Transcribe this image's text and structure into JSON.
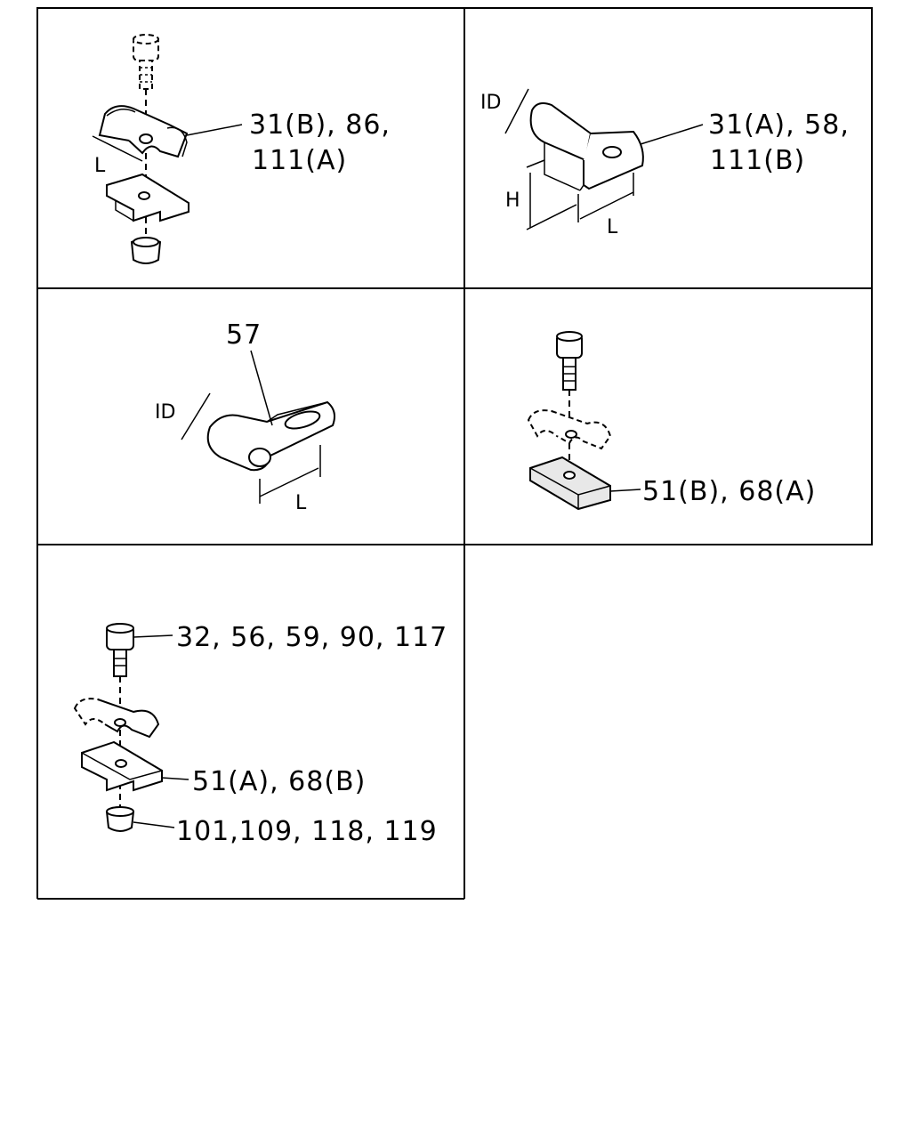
{
  "panels": {
    "clip_top_left": {
      "callout": "31(B), 86,",
      "callout_2": "111(A)",
      "dim_length": "L"
    },
    "clip_top_right": {
      "callout": "31(A), 58,",
      "callout_2": "111(B)",
      "dim_id": "ID",
      "dim_height": "H",
      "dim_length": "L"
    },
    "clip_middle_left": {
      "callout": "57",
      "dim_id": "ID",
      "dim_length": "L"
    },
    "clip_middle_right": {
      "callout": "51(B), 68(A)"
    },
    "clip_bottom_left": {
      "callout_bolt": "32, 56, 59, 90, 117",
      "callout_bracket": "51(A), 68(B)",
      "callout_nut": "101,109, 118, 119"
    }
  }
}
